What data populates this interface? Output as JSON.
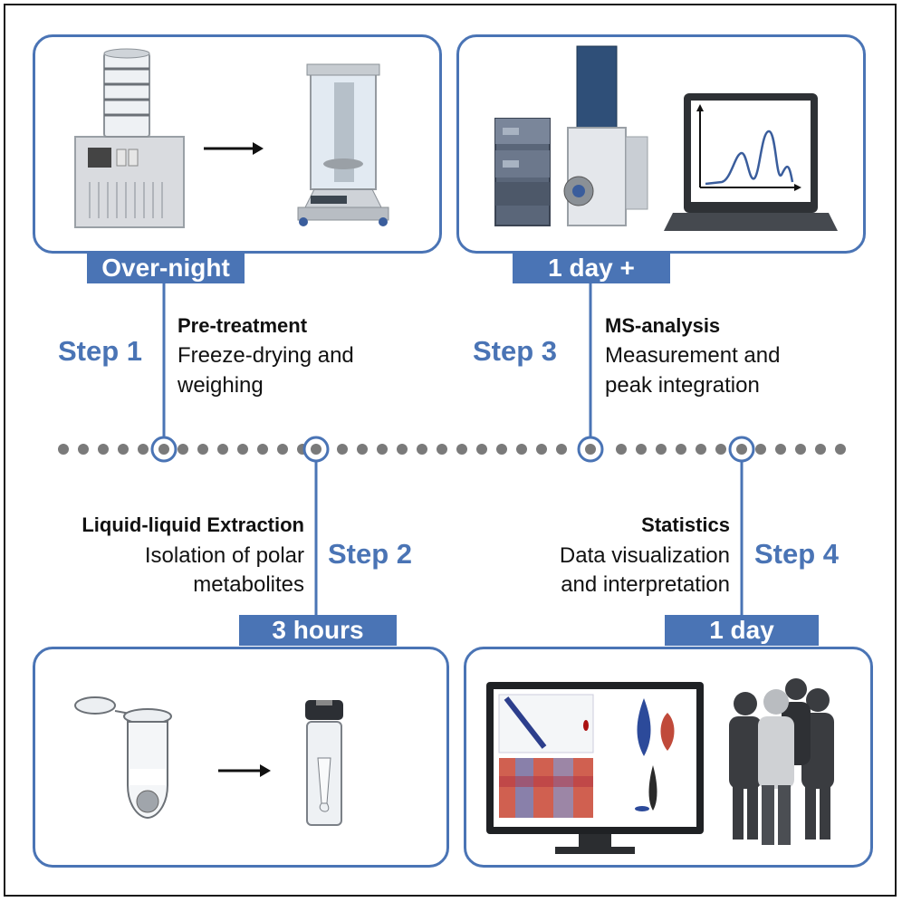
{
  "steps": [
    {
      "label": "Step 1",
      "title": "Pre-treatment",
      "desc1": "Freeze-drying and",
      "desc2": "weighing",
      "duration": "Over-night"
    },
    {
      "label": "Step 2",
      "title": "Liquid-liquid Extraction",
      "desc1": "Isolation of polar",
      "desc2": "metabolites",
      "duration": "3 hours"
    },
    {
      "label": "Step 3",
      "title": "MS-analysis",
      "desc1": "Measurement and",
      "desc2": "peak integration",
      "duration": "1 day +"
    },
    {
      "label": "Step 4",
      "title": "Statistics",
      "desc1": "Data visualization",
      "desc2": "and interpretation",
      "duration": "1 day"
    }
  ],
  "icons": {
    "step1": [
      "freeze-dryer-icon",
      "arrow-right-icon",
      "analytical-balance-icon"
    ],
    "step2": [
      "microcentrifuge-tube-icon",
      "arrow-right-icon",
      "autosampler-vial-icon"
    ],
    "step3": [
      "hplc-system-icon",
      "mass-spectrometer-icon",
      "laptop-chromatogram-icon"
    ],
    "step4": [
      "monitor-statistics-icon",
      "people-group-icon"
    ]
  },
  "colors": {
    "accent": "#4a74b5",
    "dots": "#7a7a7a",
    "text": "#111111"
  }
}
